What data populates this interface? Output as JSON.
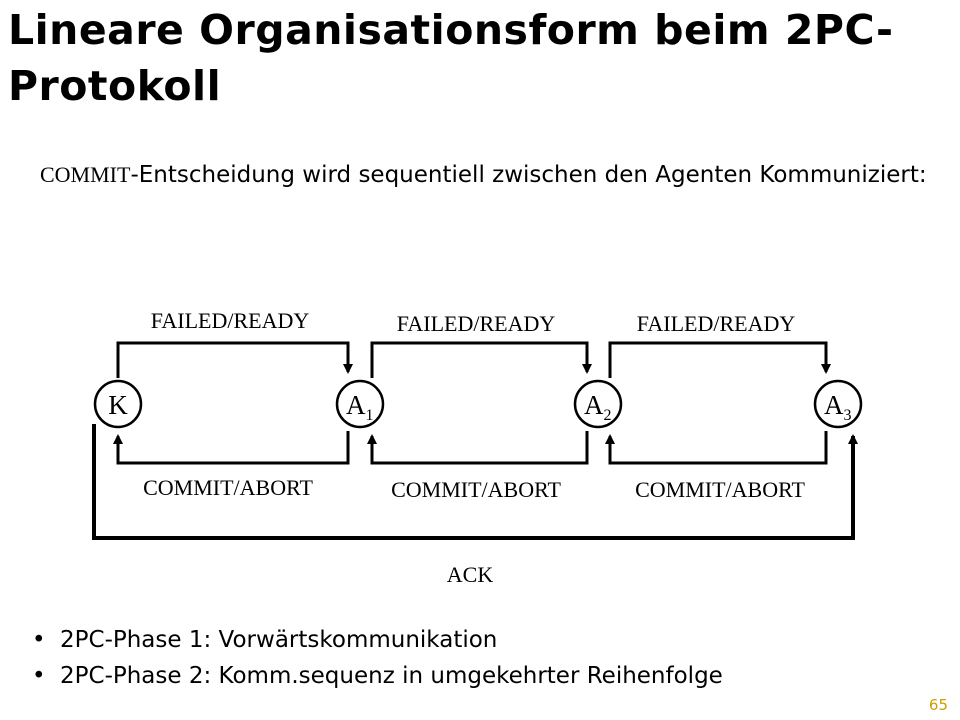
{
  "slide": {
    "title": "Lineare Organisationsform beim 2PC-Protokoll",
    "intro_lead": "COMMIT",
    "intro_rest": "-Entscheidung wird sequentiell zwischen den Agenten Kommuniziert:",
    "page_number": "65"
  },
  "diagram": {
    "nodes": [
      {
        "id": "K",
        "label": "K",
        "subscript": ""
      },
      {
        "id": "A1",
        "label": "A",
        "subscript": "1"
      },
      {
        "id": "A2",
        "label": "A",
        "subscript": "2"
      },
      {
        "id": "A3",
        "label": "A",
        "subscript": "3"
      }
    ],
    "forward_labels": [
      "FAILED/READY",
      "FAILED/READY",
      "FAILED/READY"
    ],
    "backward_labels": [
      "COMMIT/ABORT",
      "COMMIT/ABORT",
      "COMMIT/ABORT"
    ],
    "ack_label": "ACK"
  },
  "bullets": [
    "2PC-Phase 1: Vorwärtskommunikation",
    "2PC-Phase 2: Komm.sequenz in umgekehrter Reihenfolge"
  ]
}
